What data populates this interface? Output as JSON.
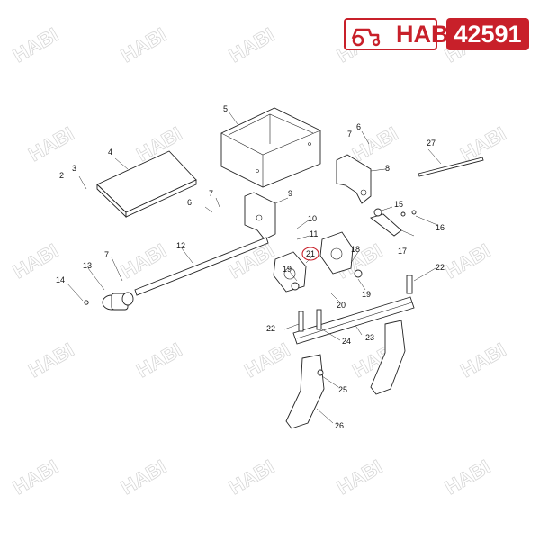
{
  "brand": {
    "logo_text": "HABI",
    "part_number": "42591",
    "accent_color": "#c8202a",
    "logo_icon": "tractor-icon",
    "watermark_text": "HABI"
  },
  "diagram": {
    "labels": [
      "2",
      "3",
      "4",
      "5",
      "6",
      "6",
      "7",
      "7",
      "7",
      "8",
      "9",
      "10",
      "11",
      "12",
      "13",
      "14",
      "15",
      "16",
      "17",
      "18",
      "19",
      "19",
      "20",
      "21",
      "22",
      "22",
      "23",
      "24",
      "25",
      "26",
      "27"
    ]
  }
}
